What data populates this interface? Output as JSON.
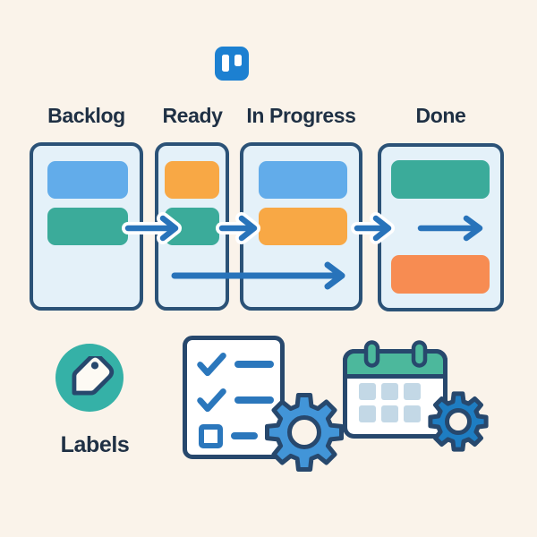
{
  "colors": {
    "bg": "#FAF3EA",
    "ink": "#1F3044",
    "col-border": "#2B5277",
    "col-fill": "#E4F1F9",
    "arrow": "#2873BA",
    "icon-outline": "#27486D",
    "check-blue": "#2B77BC",
    "labels-teal": "#35B1A7",
    "cal-teal": "#4CB89C",
    "cal-cell": "#C3D8E6",
    "gear-light": "#4295D8",
    "gear-dark": "#1E7DC2",
    "logo-blue": "#1C80D1",
    "card-blue": "#62ACEA",
    "card-teal": "#3BAB9A",
    "card-amber": "#F8A845",
    "card-orange": "#F78C52"
  },
  "logo": {
    "icon": "trello-board-logo"
  },
  "board": {
    "columns": [
      {
        "label": "Backlog",
        "items": [
          {
            "type": "card",
            "color": "#62ACEA"
          },
          {
            "type": "card",
            "color": "#3BAB9A"
          }
        ]
      },
      {
        "label": "Ready",
        "items": [
          {
            "type": "card",
            "color": "#F8A845"
          },
          {
            "type": "card",
            "color": "#3BAB9A"
          }
        ]
      },
      {
        "label": "In Progress",
        "items": [
          {
            "type": "card",
            "color": "#62ACEA"
          },
          {
            "type": "card",
            "color": "#F8A845"
          }
        ]
      },
      {
        "label": "Done",
        "items": [
          {
            "type": "card",
            "color": "#3BAB9A"
          },
          {
            "type": "flow-arrow"
          },
          {
            "type": "card",
            "color": "#F78C52"
          }
        ]
      }
    ],
    "flow": [
      "Backlog to Ready",
      "Ready to In Progress",
      "In Progress to Done",
      "Ready across In Progress (long skip arrow)",
      "Done internal arrow"
    ]
  },
  "features": {
    "labels": {
      "caption": "Labels",
      "icon": "tag-icon"
    },
    "checklist": {
      "icon": "checklist-icon",
      "items": [
        "checked",
        "checked",
        "unchecked"
      ]
    },
    "calendar": {
      "icon": "calendar-icon",
      "grid": {
        "rows": 2,
        "cols": 3
      }
    },
    "gears": {
      "count": 2
    }
  }
}
